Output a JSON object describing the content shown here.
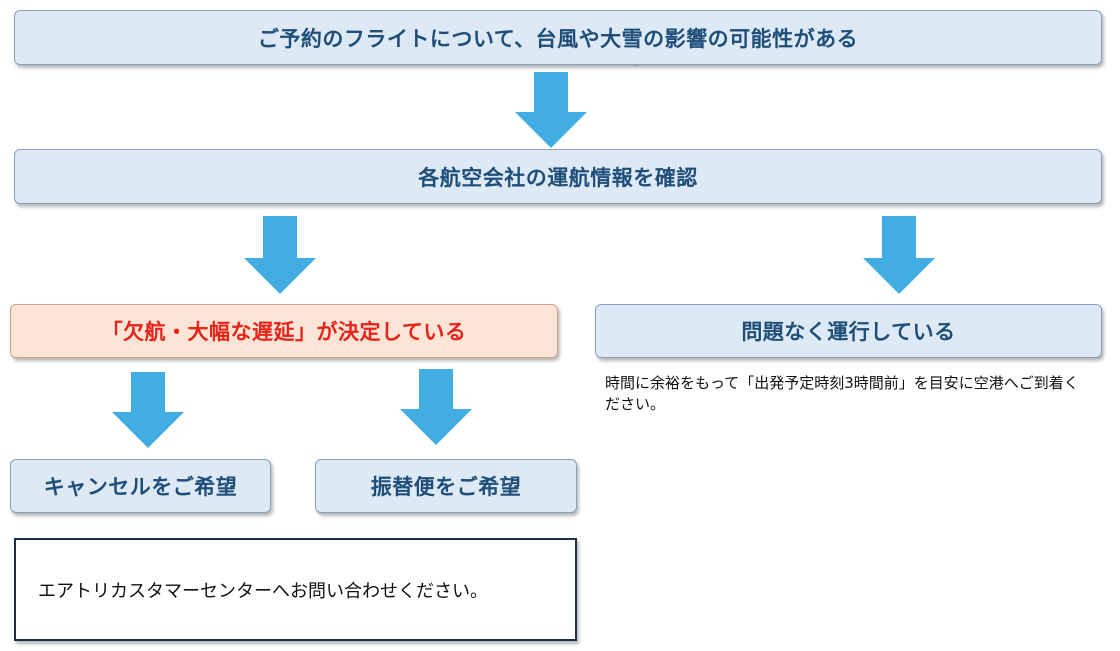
{
  "flow": {
    "start": "ご予約のフライトについて、台風や大雪の影響の可能性がある",
    "check": "各航空会社の運航情報を確認",
    "cancelled": "「欠航・大幅な遅延」が決定している",
    "normal": "問題なく運行している",
    "normal_note": "時間に余裕をもって「出発予定時刻3時間前」を目安に空港へご到着ください。",
    "option_cancel": "キャンセルをご希望",
    "option_transfer": "振替便をご希望",
    "contact": "エアトリカスタマーセンターへお問い合わせください。"
  },
  "colors": {
    "box_fill": "#dde9f5",
    "box_text": "#1f4e79",
    "alert_fill": "#fce4d6",
    "alert_text": "#e8231a",
    "arrow": "#41ade2"
  }
}
